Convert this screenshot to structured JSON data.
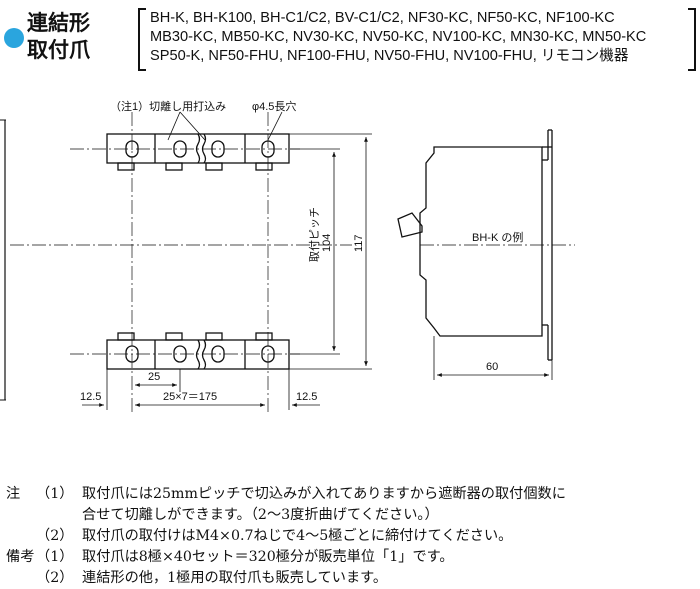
{
  "header": {
    "title_line1": "連結形",
    "title_line2": "取付爪",
    "accent_color": "#2aa5de",
    "models_line1": "BH-K, BH-K100, BH-C1/C2, BV-C1/C2, NF30-KC, NF50-KC, NF100-KC",
    "models_line2": "MB30-KC, MB50-KC, NV30-KC, NV50-KC, NV100-KC, MN30-KC, MN50-KC",
    "models_line3": "SP50-K, NF50-FHU, NF100-FHU, NV50-FHU, NV100-FHU, リモコン機器"
  },
  "drawing": {
    "label_cut": "（注1）切離し用打込み",
    "label_hole": "φ4.5長穴",
    "label_pitch_name": "取付ピッチ",
    "dim_104": "104",
    "dim_117": "117",
    "dim_25": "25",
    "dim_12_5_left": "12.5",
    "dim_total": "25×7＝175",
    "dim_12_5_right": "12.5",
    "side_label": "BH-K の例",
    "dim_60": "60"
  },
  "notes": {
    "note_head": "注",
    "note1_num": "（1）",
    "note1_line1": "取付爪には25mmピッチで切込みが入れてありますから遮断器の取付個数に",
    "note1_line2": "合せて切離しができます。（2～3度折曲げてください。）",
    "note2_num": "（2）",
    "note2_text": "取付爪の取付けはM4×0.7ねじで4～5極ごとに締付けてください。",
    "remark_head": "備考",
    "remark1_num": "（1）",
    "remark1_text": "取付爪は8極×40セット＝320極分が販売単位「1」です。",
    "remark2_num": "（2）",
    "remark2_text": "連結形の他，1極用の取付爪も販売しています。"
  }
}
